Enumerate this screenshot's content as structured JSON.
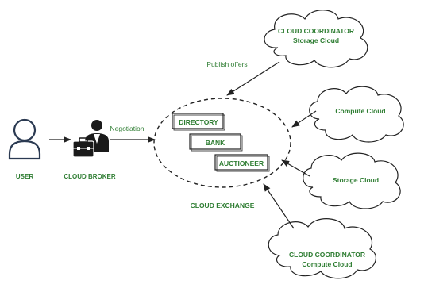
{
  "colors": {
    "label": "#2e7d32",
    "stroke": "#222222",
    "user_icon": "#2b3a52",
    "broker_icon": "#1a1a1a"
  },
  "actors": {
    "user": {
      "label": "USER",
      "icon": "user-icon"
    },
    "broker": {
      "label": "CLOUD BROKER",
      "icon": "broker-icon"
    }
  },
  "exchange": {
    "label": "CLOUD EXCHANGE",
    "components": [
      "DIRECTORY",
      "BANK",
      "AUCTIONEER"
    ]
  },
  "clouds": {
    "storage_coordinator": {
      "line1": "CLOUD COORDINATOR",
      "line2": "Storage Cloud"
    },
    "compute": {
      "line1": "Compute Cloud"
    },
    "storage": {
      "line1": "Storage Cloud"
    },
    "compute_coordinator": {
      "line1": "CLOUD COORDINATOR",
      "line2": "Compute Cloud"
    }
  },
  "edges": {
    "negotiation": "Negotiation",
    "publish": "Publish offers"
  }
}
